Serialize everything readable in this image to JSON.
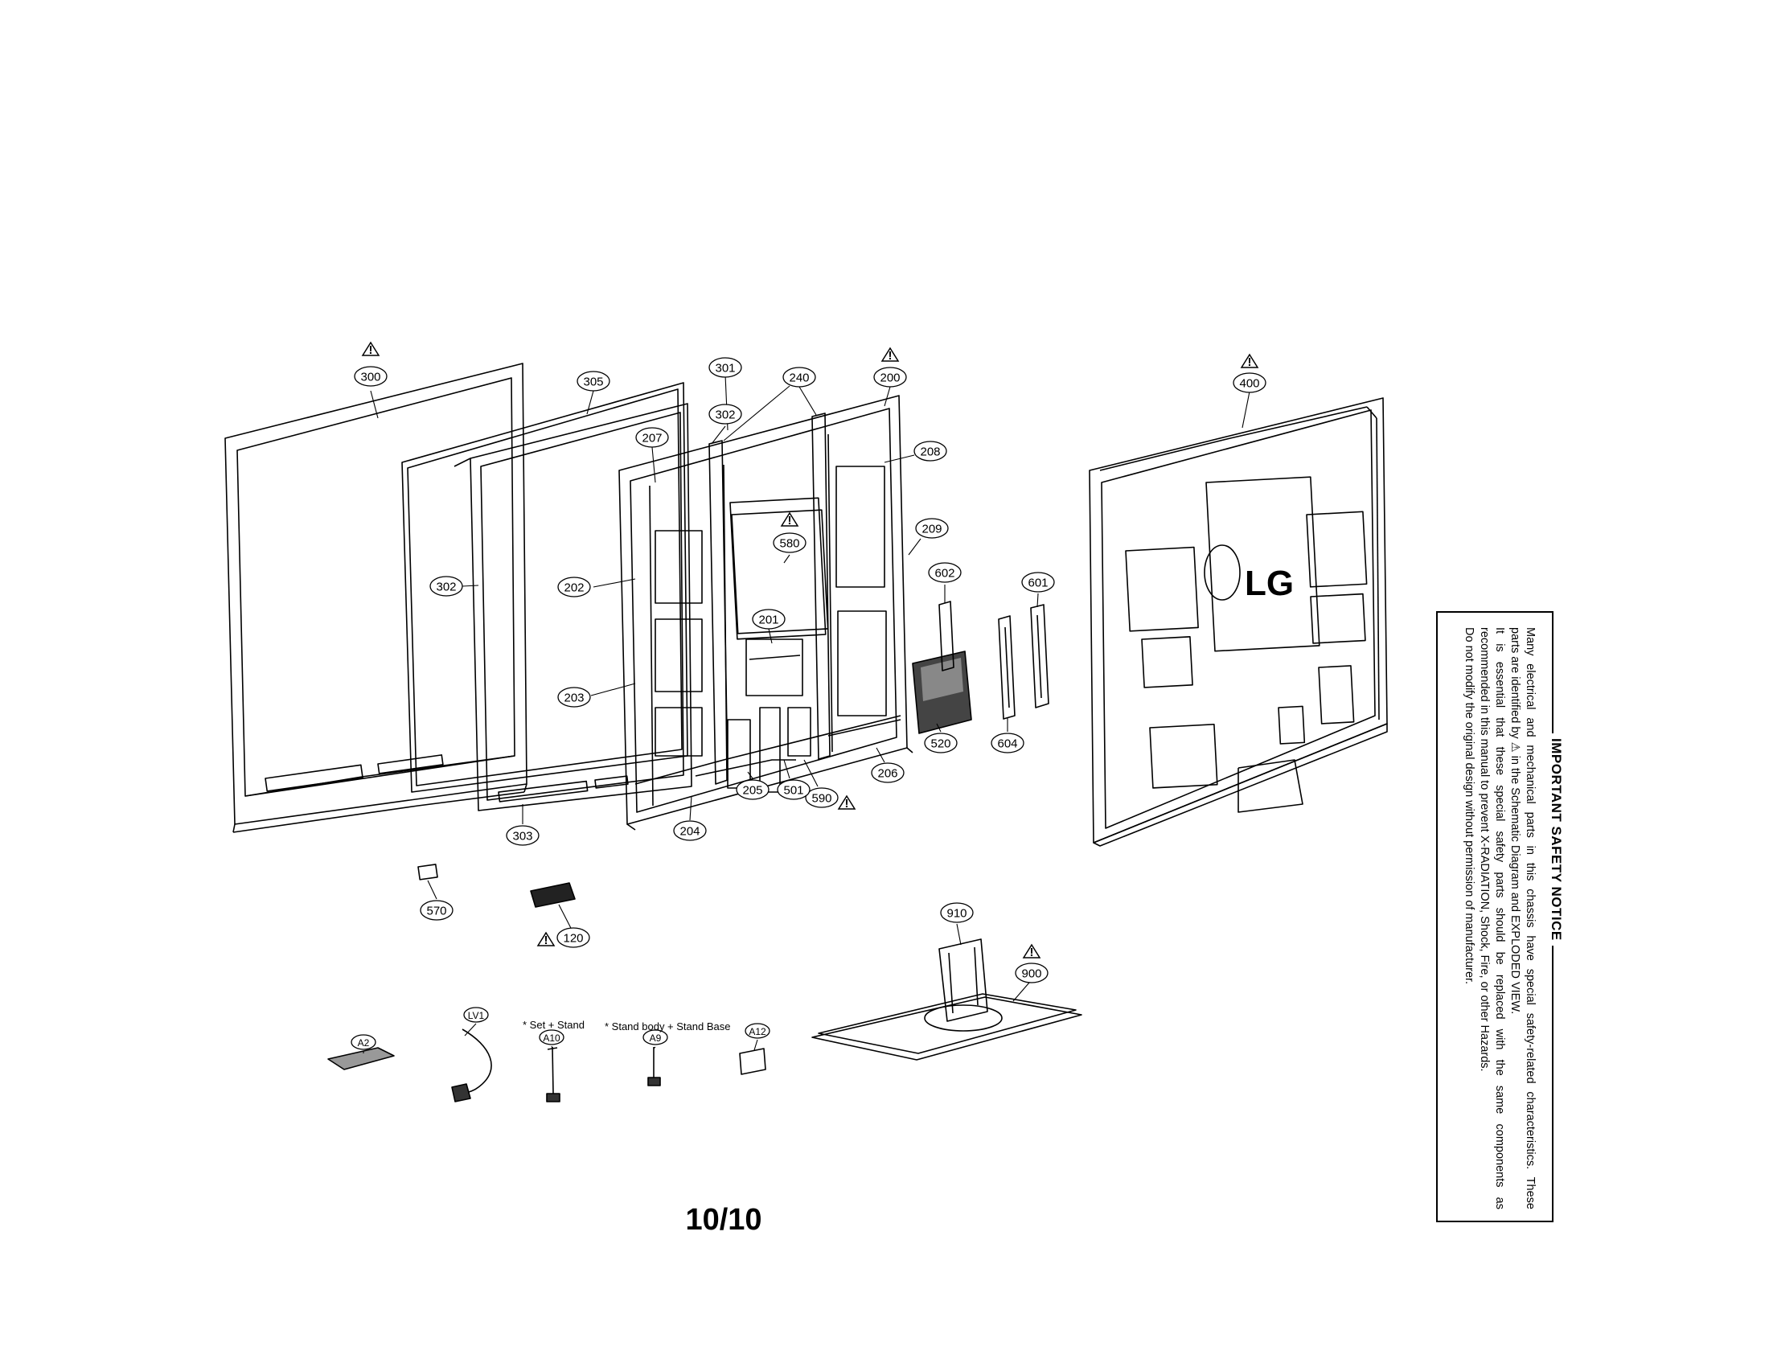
{
  "diagram": {
    "callouts": [
      {
        "id": "c300",
        "label": "300"
      },
      {
        "id": "c305",
        "label": "305"
      },
      {
        "id": "c301",
        "label": "301"
      },
      {
        "id": "c302a",
        "label": "302"
      },
      {
        "id": "c240",
        "label": "240"
      },
      {
        "id": "c200",
        "label": "200"
      },
      {
        "id": "c207",
        "label": "207"
      },
      {
        "id": "c208",
        "label": "208"
      },
      {
        "id": "c580",
        "label": "580"
      },
      {
        "id": "c209",
        "label": "209"
      },
      {
        "id": "c302b",
        "label": "302"
      },
      {
        "id": "c202",
        "label": "202"
      },
      {
        "id": "c602",
        "label": "602"
      },
      {
        "id": "c601",
        "label": "601"
      },
      {
        "id": "c201",
        "label": "201"
      },
      {
        "id": "c203",
        "label": "203"
      },
      {
        "id": "c520",
        "label": "520"
      },
      {
        "id": "c604",
        "label": "604"
      },
      {
        "id": "c206",
        "label": "206"
      },
      {
        "id": "c590",
        "label": "590"
      },
      {
        "id": "c501",
        "label": "501"
      },
      {
        "id": "c205",
        "label": "205"
      },
      {
        "id": "c204",
        "label": "204"
      },
      {
        "id": "c303",
        "label": "303"
      },
      {
        "id": "c400",
        "label": "400"
      },
      {
        "id": "c570",
        "label": "570"
      },
      {
        "id": "c120",
        "label": "120"
      },
      {
        "id": "c910",
        "label": "910"
      },
      {
        "id": "c900",
        "label": "900"
      },
      {
        "id": "cLV1",
        "label": "LV1"
      },
      {
        "id": "cA10",
        "label": "A10"
      },
      {
        "id": "cA9",
        "label": "A9"
      },
      {
        "id": "cA12",
        "label": "A12"
      },
      {
        "id": "cA2",
        "label": "A2"
      }
    ],
    "warning_symbol": "!",
    "notes": {
      "set_stand": "* Set + Stand",
      "stand_body": "* Stand body + Stand Base"
    },
    "logo_text": "LG",
    "page_number": "10/10"
  },
  "safety_notice": {
    "title": "IMPORTANT SAFETY NOTICE",
    "lines": [
      "Many electrical and mechanical parts in this chassis have special safety-related characteristics. These",
      "parts are identified by ⚠ in the Schematic Diagram and EXPLODED VIEW.",
      "It is essential that these special safety parts should be replaced with the same components as",
      "recommended in this manual to prevent X-RADIATION, Shock, Fire, or other Hazards.",
      "Do not modify the original design without permission of manufacturer."
    ]
  }
}
